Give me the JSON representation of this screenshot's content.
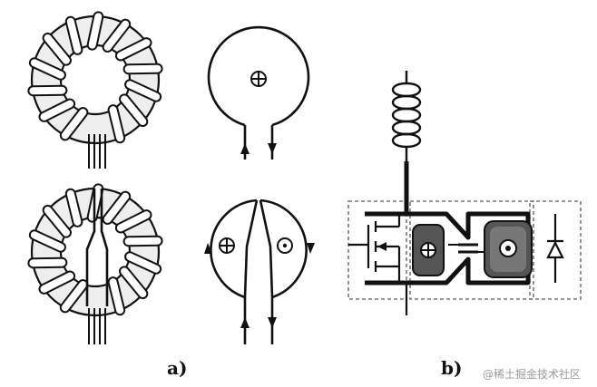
{
  "labels": {
    "a": "a)",
    "b": "b)"
  },
  "watermark": "@稀土掘金技术社区",
  "colors": {
    "ink": "#111111",
    "ring_fill": "#eeeeee",
    "dashed": "#777777",
    "heat": "#555555"
  }
}
